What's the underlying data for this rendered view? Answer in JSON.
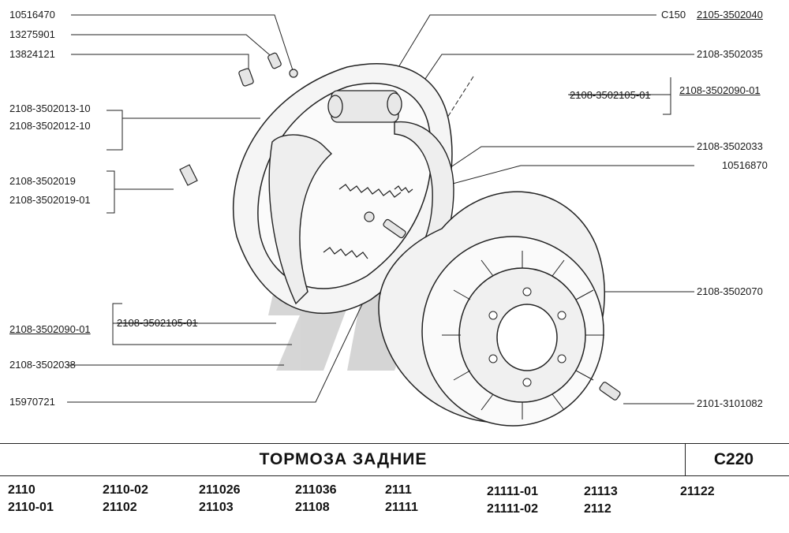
{
  "callouts": {
    "c1": "10516470",
    "c2": "13275901",
    "c3": "13824121",
    "c4": "2108-3502013-10",
    "c5": "2108-3502012-10",
    "c6": "2108-3502019",
    "c6b": "2108-3502019-01",
    "c7": "2108-3502090-01",
    "c8": "2108-3502105-01",
    "c9": "2108-3502038",
    "c10": "15970721",
    "r1a": "C150",
    "r1b": "2105-3502040",
    "r2": "2108-3502035",
    "r3a": "2108-3502105-01",
    "r3b": "2108-3502090-01",
    "r4": "2108-3502033",
    "r5": "10516870",
    "r6": "2108-3502070",
    "r7": "2101-3101082"
  },
  "title": "ТОРМОЗА   ЗАДНИЕ",
  "code": "C220",
  "models": [
    [
      "2110",
      "2110-01"
    ],
    [
      "2110-02",
      "21102"
    ],
    [
      "211026",
      "21103"
    ],
    [
      "211036",
      "21108"
    ],
    [
      "2111",
      "21111"
    ],
    [
      "21111-01",
      "21111-02"
    ],
    [
      "21113",
      "2112"
    ],
    [
      "21122",
      ""
    ]
  ]
}
